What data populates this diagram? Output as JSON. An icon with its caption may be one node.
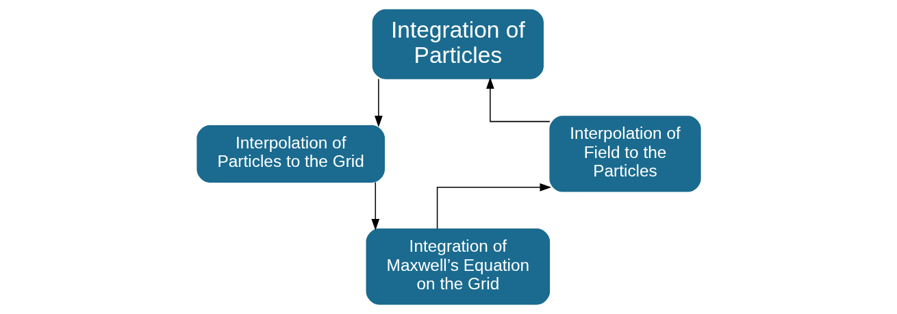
{
  "diagram": {
    "nodes": [
      {
        "text": [
          "Integration of Particles"
        ]
      },
      {
        "text": [
          "Interpolation of Particles to the Grid"
        ]
      },
      {
        "text": [
          "Integration of Maxwell’s Equation on the Grid"
        ]
      },
      {
        "text": [
          "Interpolation of Field to the Particles"
        ]
      }
    ],
    "edges": [
      {
        "from": 0,
        "to": 1,
        "arrow": "to"
      },
      {
        "from": 1,
        "to": 2,
        "arrow": "to"
      },
      {
        "from": 2,
        "to": 3,
        "arrow": "to"
      },
      {
        "from": 3,
        "to": 0,
        "arrow": "to"
      }
    ]
  }
}
